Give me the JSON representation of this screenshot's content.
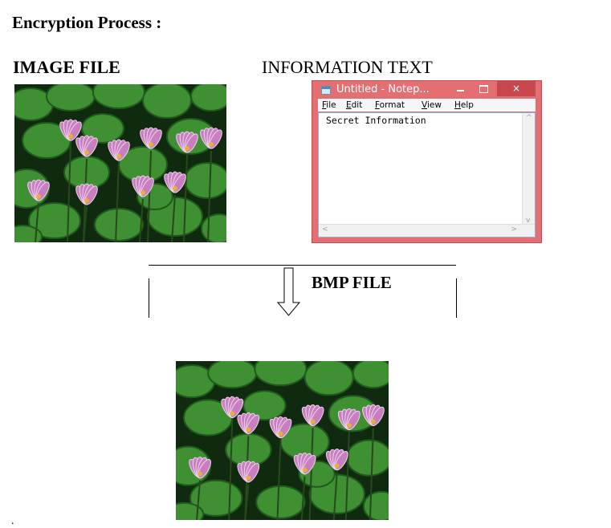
{
  "heading": "Encryption Process :",
  "image_label": "IMAGE FILE",
  "info_label": "INFORMATION TEXT",
  "bmp_label": "BMP FILE",
  "notepad": {
    "title": "Untitled - Notep...",
    "close_symbol": "×",
    "menu": [
      "File",
      "Edit",
      "Format",
      "View",
      "Help"
    ],
    "content": "Secret Information",
    "scroll_up": "^",
    "scroll_down": "v",
    "scroll_left": "<",
    "scroll_right": ">"
  },
  "footer_mark": ".",
  "colors": {
    "notepad_frame": "#e46f73",
    "notepad_close": "#c7474d",
    "leaf_green": "#3f8f33",
    "lotus_pink": "#c77fc0"
  }
}
